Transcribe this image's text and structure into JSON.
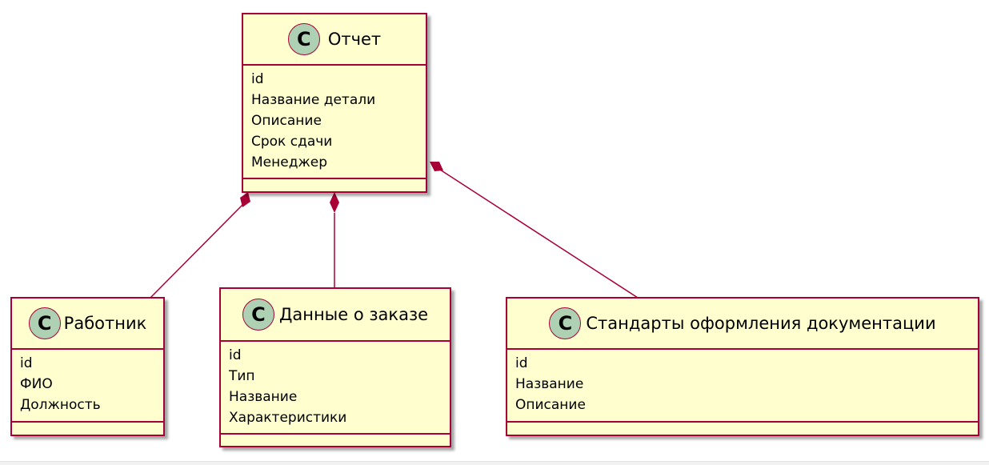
{
  "colors": {
    "box_fill": "#fefece",
    "box_border": "#a80036",
    "icon_fill": "#add1b2",
    "link": "#a80036"
  },
  "classes": [
    {
      "id": "otchet",
      "icon_letter": "C",
      "name": "Отчет",
      "fields": [
        "id",
        "Название детали",
        "Описание",
        "Срок сдачи",
        "Менеджер"
      ]
    },
    {
      "id": "rabotnik",
      "icon_letter": "C",
      "name": "Работник",
      "fields": [
        "id",
        "ФИО",
        "Должность"
      ]
    },
    {
      "id": "dannye",
      "icon_letter": "C",
      "name": "Данные о заказе",
      "fields": [
        "id",
        "Тип",
        "Название",
        "Характеристики"
      ]
    },
    {
      "id": "standarty",
      "icon_letter": "C",
      "name": "Стандарты оформления документации",
      "fields": [
        "id",
        "Название",
        "Описание"
      ]
    }
  ],
  "links": [
    {
      "from": "otchet",
      "to": "rabotnik",
      "type": "composition"
    },
    {
      "from": "otchet",
      "to": "dannye",
      "type": "composition"
    },
    {
      "from": "otchet",
      "to": "standarty",
      "type": "composition"
    }
  ]
}
